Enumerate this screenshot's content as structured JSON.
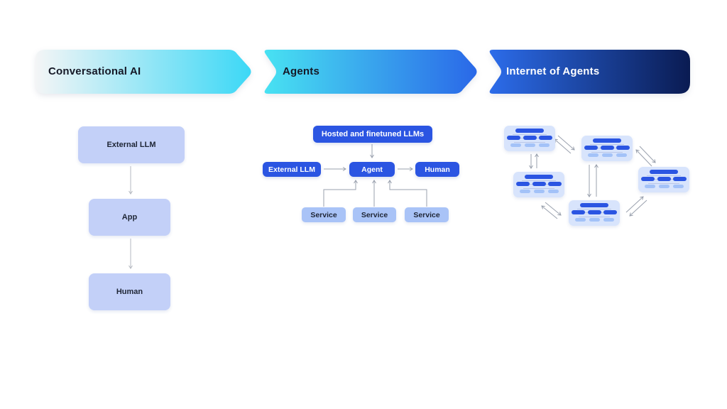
{
  "banners": [
    {
      "label": "Conversational AI",
      "text_color": "#151826",
      "gradient_from": "#F4F5F6",
      "gradient_to": "#3CD8F6"
    },
    {
      "label": "Agents",
      "text_color": "#151826",
      "gradient_from": "#48E2F2",
      "gradient_to": "#2A68E8"
    },
    {
      "label": "Internet of Agents",
      "text_color": "#FFFFFF",
      "gradient_from": "#2C6CEA",
      "gradient_to": "#0A1B52"
    }
  ],
  "conversational_ai": {
    "nodes": [
      "External LLM",
      "App",
      "Human"
    ],
    "edges": [
      "External LLM → App",
      "App → Human"
    ]
  },
  "agents": {
    "top_node": "Hosted and finetuned LLMs",
    "row": [
      "External LLM",
      "Agent",
      "Human"
    ],
    "services": [
      "Service",
      "Service",
      "Service"
    ],
    "edges": [
      "Hosted and finetuned LLMs → Agent",
      "External LLM → Agent",
      "Agent → Human",
      "Service → Agent",
      "Service → Agent",
      "Service → Agent"
    ]
  },
  "internet_of_agents": {
    "cluster_count": 5,
    "connections": "bidirectional arrows between agent clusters"
  },
  "colors": {
    "node_dark": "#2B55E2",
    "node_light": "#C3D0F8",
    "service_fill": "#A9C3F7",
    "cluster_bg": "#D8E4FC",
    "cluster_pill_dark": "#2B55E2",
    "cluster_pill_light": "#A3C2F8",
    "connector": "#9AA1AE",
    "page_bg": "#FFFFFF"
  }
}
